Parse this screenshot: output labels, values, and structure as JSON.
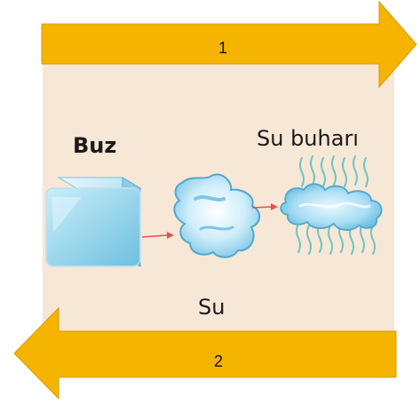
{
  "arrows": {
    "top_label": "1",
    "bottom_label": "2",
    "color": "#f5b400"
  },
  "states": {
    "ice_label": "Buz",
    "water_label": "Su",
    "vapor_label": "Su buharı"
  },
  "colors": {
    "panel_background": "#f7e7d6",
    "transition_arrow": "#e85050",
    "ice": "#a9dcf0",
    "vapor_lines": "#6cc6c4"
  }
}
